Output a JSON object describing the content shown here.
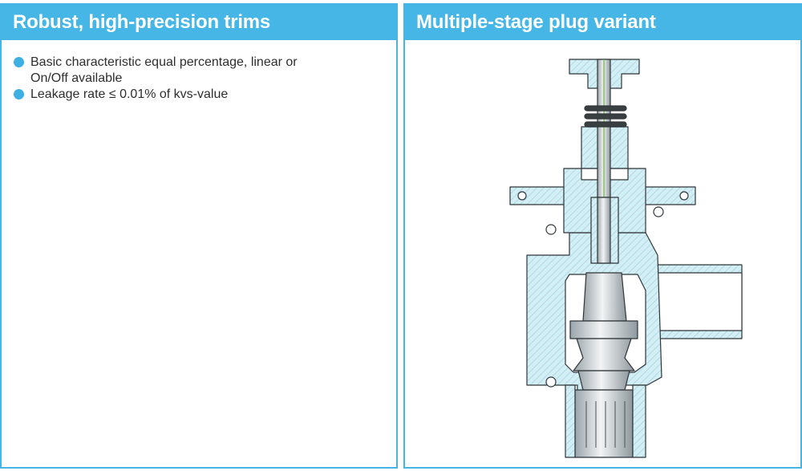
{
  "left_panel": {
    "title": "Robust, high-precision trims",
    "bullets": [
      "Basic characteristic equal percentage, linear or On/Off available",
      "Leakage rate ≤ 0.01% of kvs-value"
    ]
  },
  "right_panel": {
    "title": "Multiple-stage plug variant",
    "figure": "valve-cross-section-drawing"
  },
  "colors": {
    "accent": "#45b6e6",
    "hatch_fill": "#d3eef4",
    "bullet": "#3fb0e3"
  }
}
